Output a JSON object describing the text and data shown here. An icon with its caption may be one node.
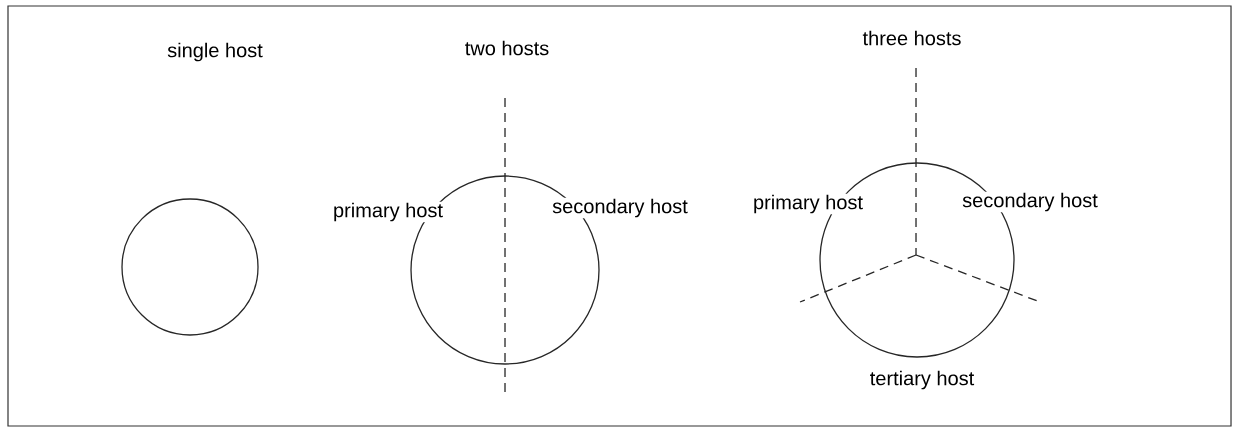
{
  "diagram": {
    "nodes": [
      {
        "text": [],
        "shape": "circle"
      },
      {
        "text": [
          "primary host",
          "secondary host"
        ]
      },
      {
        "text": [
          "primary host",
          "secondary host",
          "tertiary host"
        ]
      }
    ],
    "labels": [
      "single host",
      "two hosts",
      "three hosts"
    ]
  }
}
